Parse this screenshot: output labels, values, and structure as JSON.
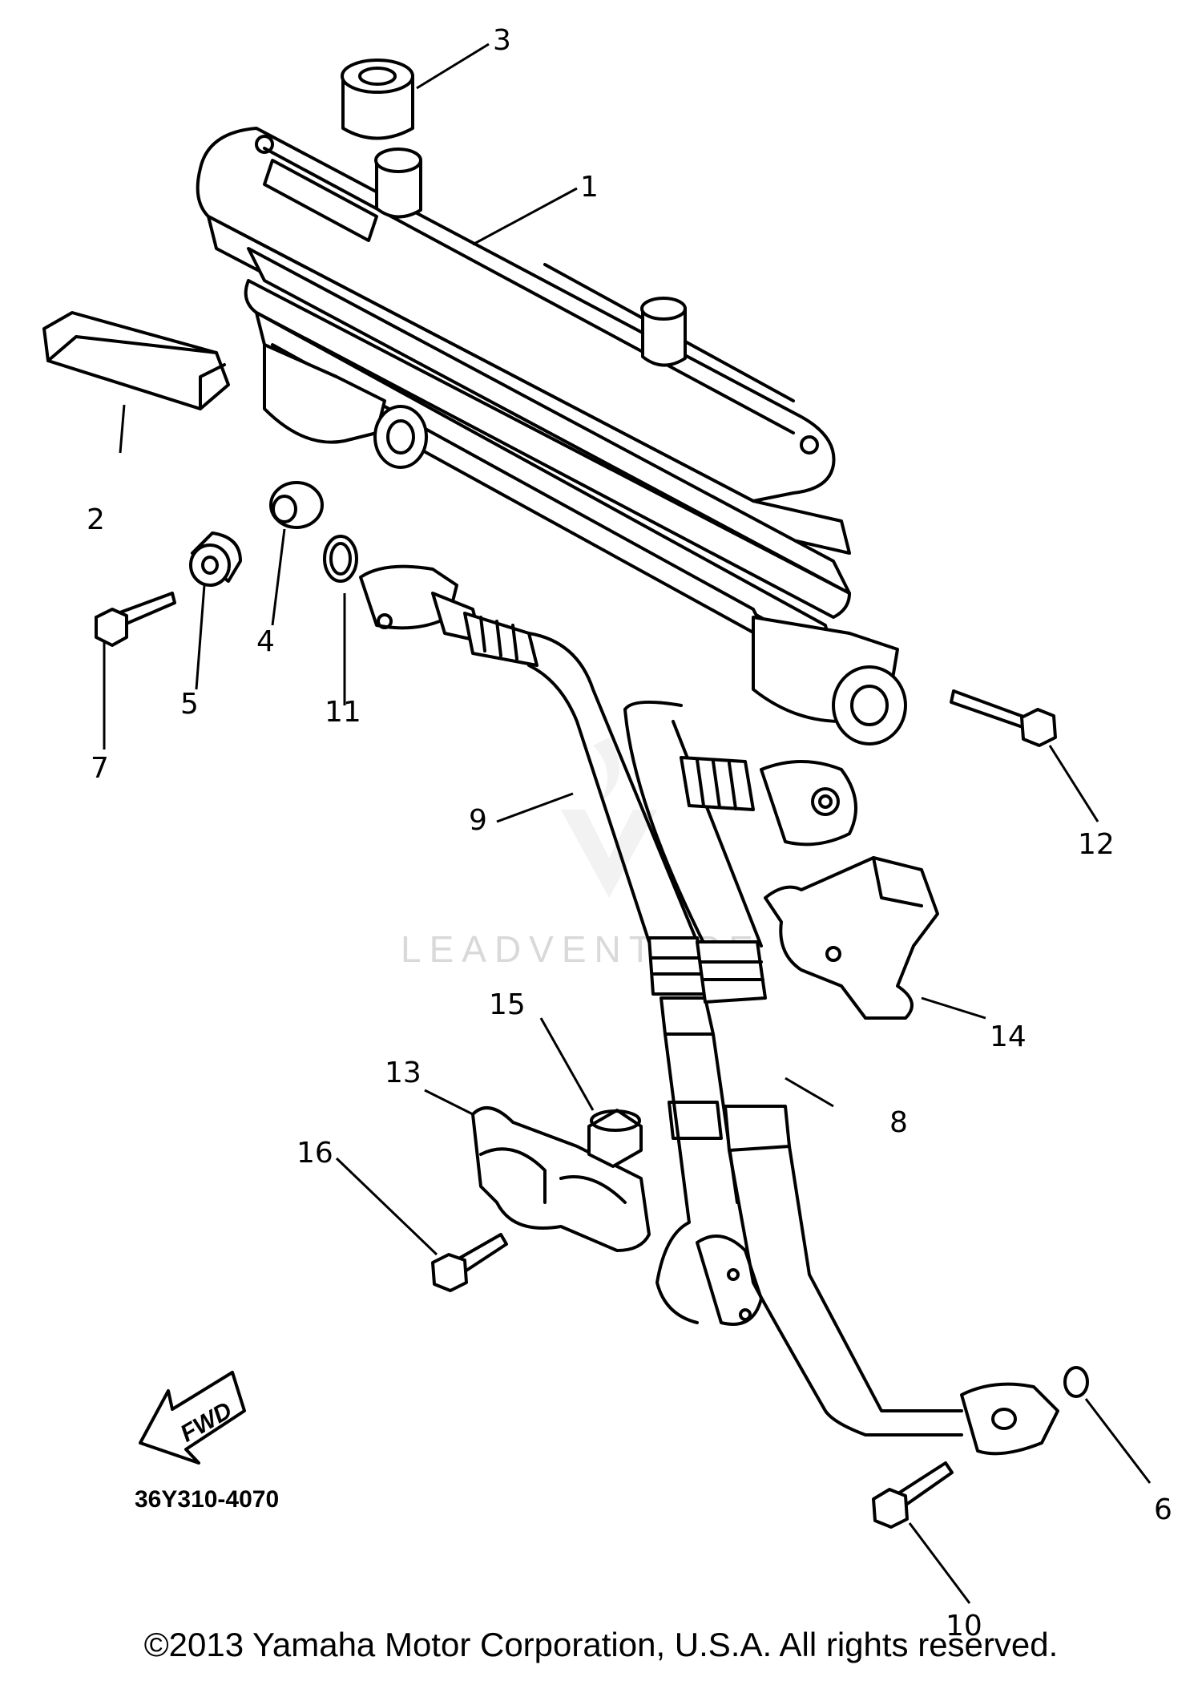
{
  "diagram": {
    "part_code": "36Y310-4070",
    "direction_label": "FWD",
    "watermark": "LEADVENTURE",
    "copyright": "©2013 Yamaha Motor Corporation, U.S.A. All rights reserved.",
    "callouts": {
      "c1": "1",
      "c2": "2",
      "c3": "3",
      "c4": "4",
      "c5": "5",
      "c6": "6",
      "c7": "7",
      "c8": "8",
      "c9": "9",
      "c10": "10",
      "c11": "11",
      "c12": "12",
      "c13": "13",
      "c14": "14",
      "c15": "15",
      "c16": "16"
    }
  },
  "icons": [
    "fwd-arrow-icon",
    "leadventure-logo-icon"
  ]
}
